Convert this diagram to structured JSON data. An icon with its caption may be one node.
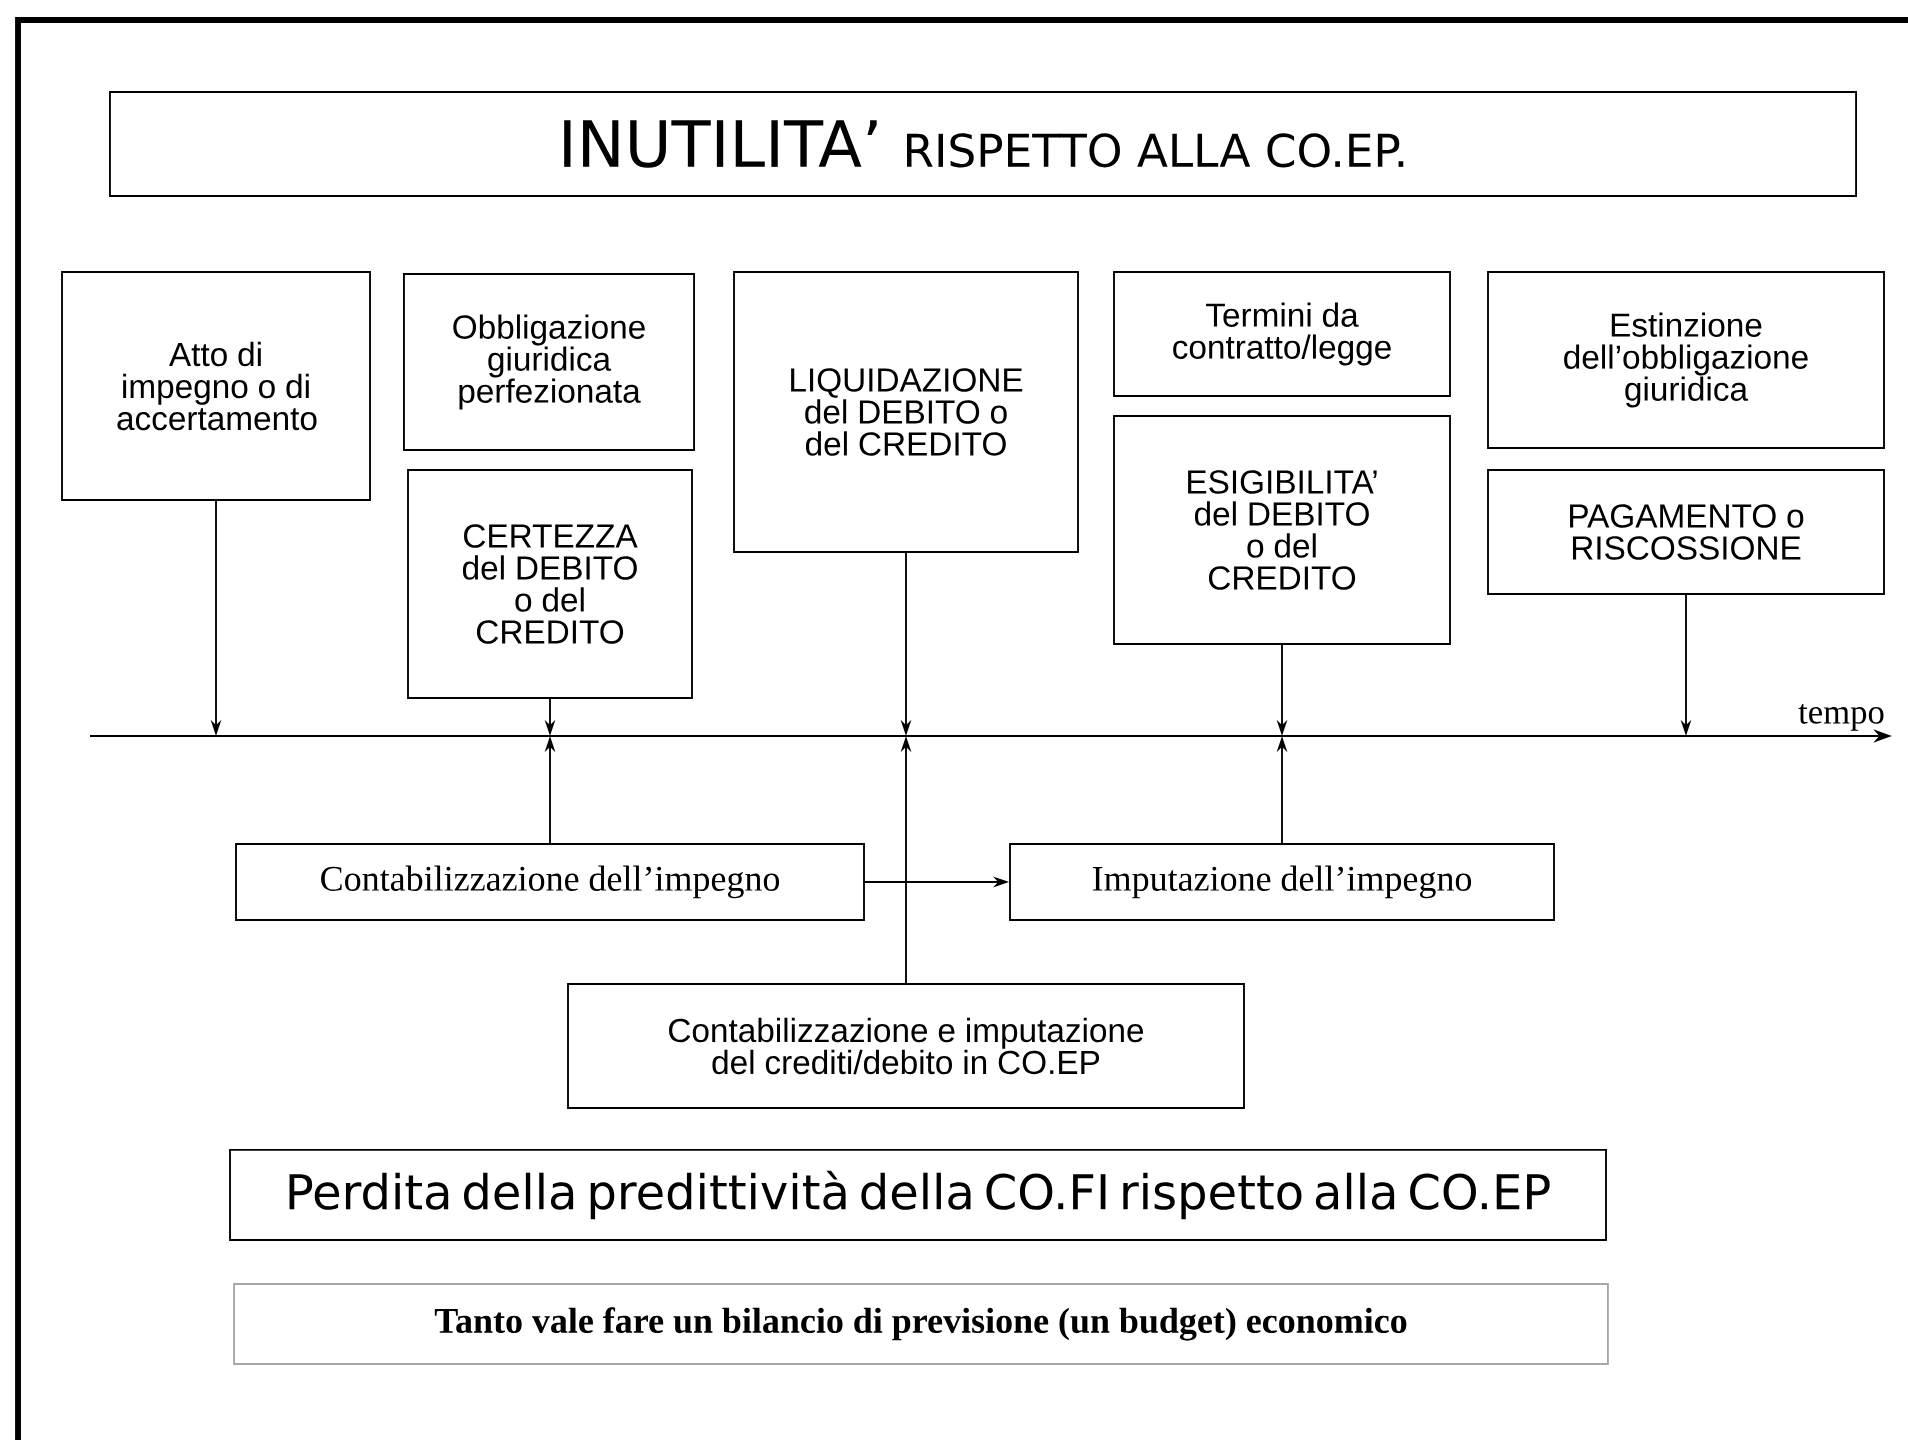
{
  "diagram": {
    "nodes": [
      {
        "text": [
          "INUTILITA’",
          "RISPETTO ALLA CO.EP."
        ]
      },
      {
        "text": [
          "Atto di impegno o di accertamento"
        ]
      },
      {
        "text": [
          "Obbligazione giuridica perfezionata"
        ]
      },
      {
        "text": [
          "CERTEZZA del DEBITO o del CREDITO"
        ]
      },
      {
        "text": [
          "LIQUIDAZIONE del DEBITO o del CREDITO"
        ]
      },
      {
        "text": [
          "Termini da contratto/legge"
        ]
      },
      {
        "text": [
          "ESIGIBILITA’ del DEBITO o del CREDITO"
        ]
      },
      {
        "text": [
          "Estinzione dell’obbligazione giuridica"
        ]
      },
      {
        "text": [
          "PAGAMENTO o RISCOSSIONE"
        ]
      },
      {
        "text": [
          "Contabilizzazione dell’impegno"
        ]
      },
      {
        "text": [
          "Imputazione dell’impegno"
        ]
      },
      {
        "text": [
          "Contabilizzazione e imputazione del crediti/debito in CO.EP"
        ]
      },
      {
        "text": [
          "Perdita della predittività della CO.FI rispetto alla CO.EP"
        ]
      },
      {
        "text": [
          "Tanto vale fare un bilancio di previsione (un budget) economico"
        ]
      }
    ],
    "edges": [
      {
        "from": 1,
        "to": null,
        "arrow": "to"
      },
      {
        "from": 3,
        "to": null,
        "arrow": "to"
      },
      {
        "from": 4,
        "to": null,
        "arrow": "to"
      },
      {
        "from": 6,
        "to": null,
        "arrow": "to"
      },
      {
        "from": 8,
        "to": null,
        "arrow": "to"
      },
      {
        "from": 9,
        "to": null,
        "arrow": "to"
      },
      {
        "from": 11,
        "to": null,
        "arrow": "to"
      },
      {
        "from": 10,
        "to": null,
        "arrow": "to"
      },
      {
        "from": 9,
        "to": 10,
        "arrow": "to"
      }
    ],
    "labels": [
      "tempo"
    ]
  }
}
